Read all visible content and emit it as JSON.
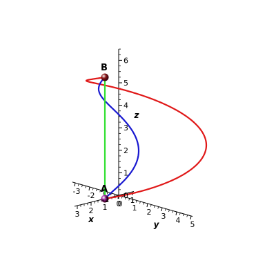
{
  "chart_data": {
    "type": "line",
    "projection": "3d",
    "title": "",
    "axes": {
      "x": {
        "label": "x",
        "ticks": [
          "3",
          "2",
          "1",
          "0",
          "1"
        ],
        "range": [
          -1,
          3
        ]
      },
      "y": {
        "label": "y",
        "ticks": [
          "-3",
          "-2",
          "-1",
          "0",
          "1",
          "2",
          "3",
          "4",
          "5"
        ],
        "range": [
          -3,
          5
        ]
      },
      "z": {
        "label": "z",
        "ticks": [
          "0",
          "1",
          "2",
          "3",
          "4",
          "5",
          "6"
        ],
        "range": [
          0,
          6.5
        ]
      }
    },
    "points": [
      {
        "name": "A",
        "label": "A",
        "coords": [
          1,
          0,
          0
        ],
        "color": "#a020a0"
      },
      {
        "name": "B",
        "label": "B",
        "coords": [
          1,
          0,
          5.4
        ],
        "color": "#8b1a1a"
      }
    ],
    "series": [
      {
        "key": "red-helix",
        "color": "#e01818",
        "param": {
          "r": 3,
          "turns": 1,
          "z": [
            0,
            5.4
          ]
        }
      },
      {
        "key": "blue-helix",
        "color": "#1818d0",
        "param": {
          "r": 1,
          "turns": 1,
          "z": [
            0,
            5.4
          ]
        }
      },
      {
        "key": "segment-AB",
        "color": "#30e030",
        "from": "A",
        "to": "B"
      }
    ],
    "grid": false,
    "legend": "none"
  }
}
